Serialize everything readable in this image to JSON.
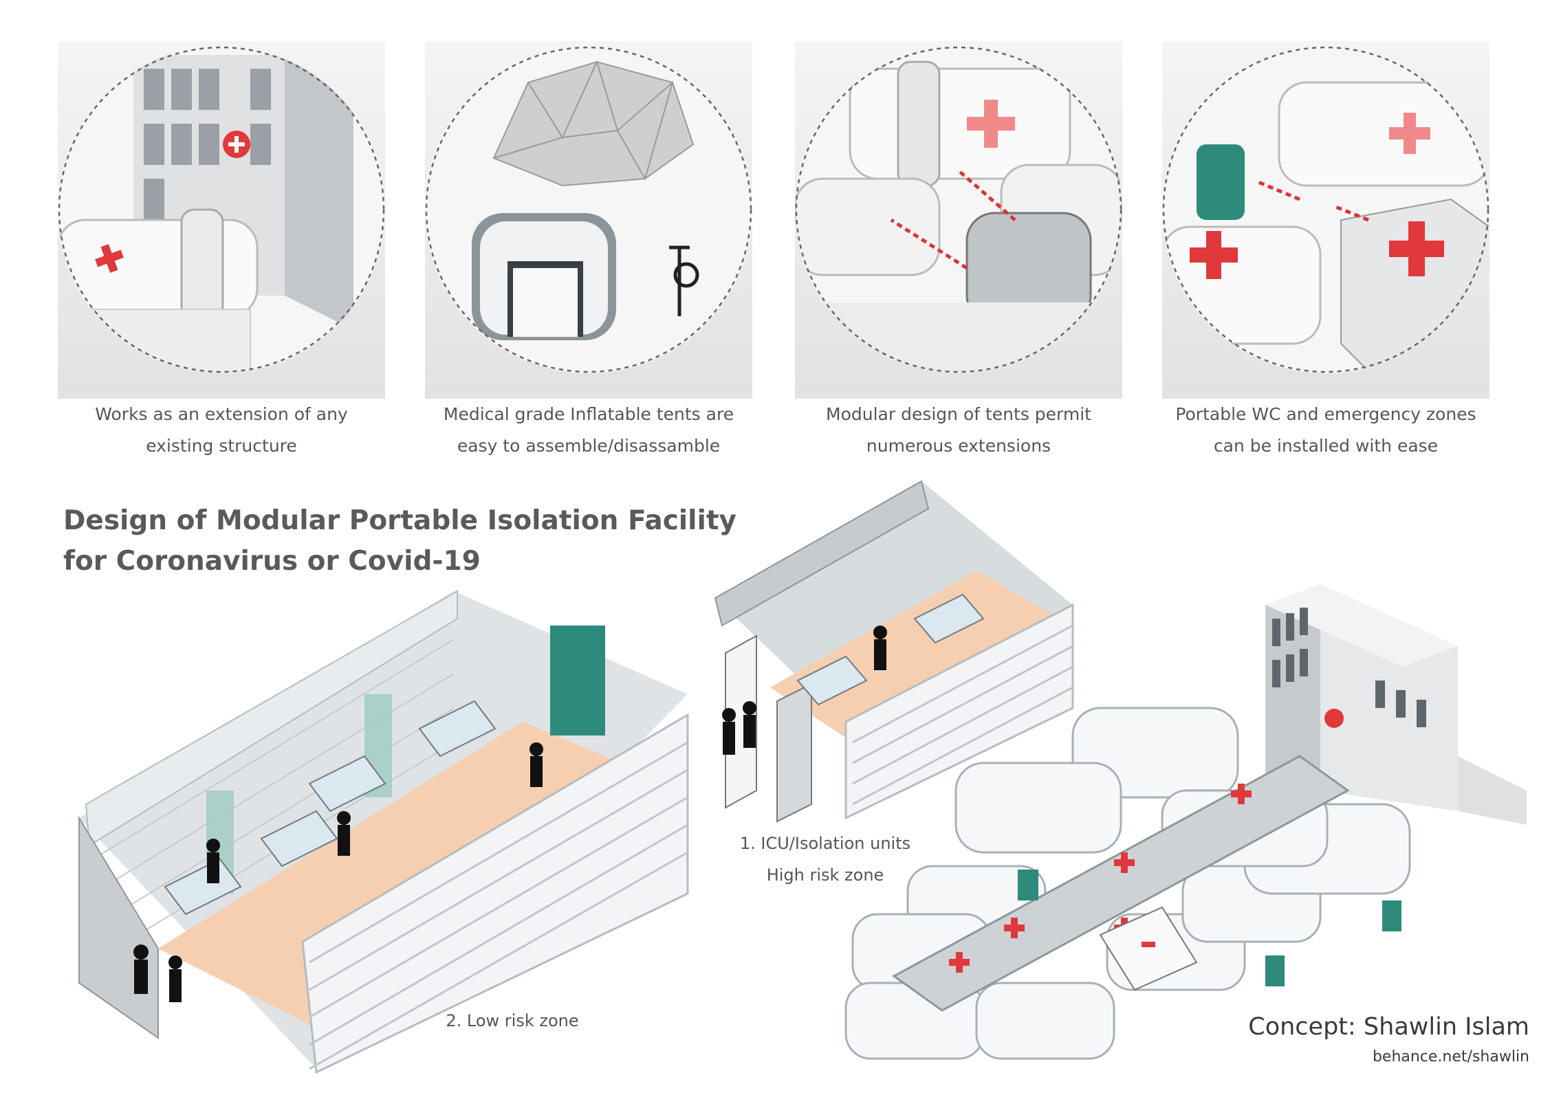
{
  "panels": [
    {
      "caption_line1": "Works as an extension of any",
      "caption_line2": "existing structure"
    },
    {
      "caption_line1": "Medical grade Inflatable tents are",
      "caption_line2": "easy to assemble/disassamble"
    },
    {
      "caption_line1": "Modular design of tents permit",
      "caption_line2": "numerous extensions"
    },
    {
      "caption_line1": "Portable WC and emergency zones",
      "caption_line2": "can be installed with ease"
    }
  ],
  "title": {
    "line1": "Design of Modular  Portable  Isolation Facility",
    "line2": "for Coronavirus  or Covid-19"
  },
  "zones": {
    "icu_line1": "1. ICU/Isolation units",
    "icu_line2": "High risk zone",
    "low_risk": "2. Low risk zone"
  },
  "credit": {
    "concept": "Concept: Shawlin Islam",
    "url": "behance.net/shawlin"
  },
  "colors": {
    "cross_red": "#e0383b",
    "wc_green": "#2e8a7a",
    "floor_peach": "#f5cfb0",
    "tent_grey": "#c9cdd0"
  }
}
